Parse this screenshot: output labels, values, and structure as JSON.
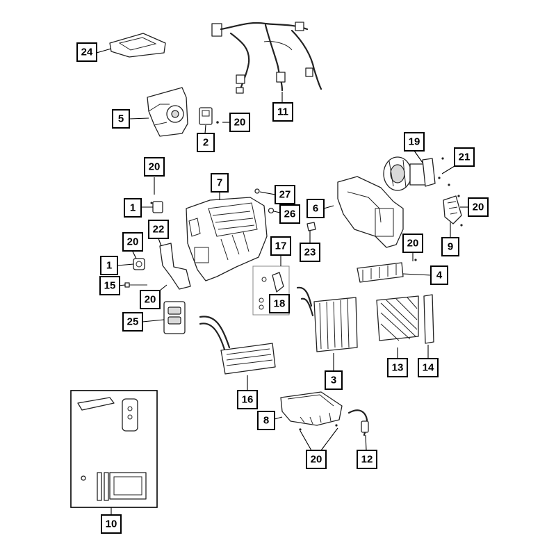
{
  "diagram": {
    "callouts": [
      {
        "id": "c24",
        "label": "24"
      },
      {
        "id": "c11",
        "label": "11"
      },
      {
        "id": "c5",
        "label": "5"
      },
      {
        "id": "c2",
        "label": "2"
      },
      {
        "id": "c20a",
        "label": "20"
      },
      {
        "id": "c19",
        "label": "19"
      },
      {
        "id": "c21",
        "label": "21"
      },
      {
        "id": "c20b",
        "label": "20"
      },
      {
        "id": "c7",
        "label": "7"
      },
      {
        "id": "c27",
        "label": "27"
      },
      {
        "id": "c26",
        "label": "26"
      },
      {
        "id": "c6",
        "label": "6"
      },
      {
        "id": "c20c",
        "label": "20"
      },
      {
        "id": "c1a",
        "label": "1"
      },
      {
        "id": "c22",
        "label": "22"
      },
      {
        "id": "c9",
        "label": "9"
      },
      {
        "id": "c20d",
        "label": "20"
      },
      {
        "id": "c17",
        "label": "17"
      },
      {
        "id": "c23",
        "label": "23"
      },
      {
        "id": "c20e",
        "label": "20"
      },
      {
        "id": "c1b",
        "label": "1"
      },
      {
        "id": "c4",
        "label": "4"
      },
      {
        "id": "c15",
        "label": "15"
      },
      {
        "id": "c18",
        "label": "18"
      },
      {
        "id": "c20f",
        "label": "20"
      },
      {
        "id": "c25",
        "label": "25"
      },
      {
        "id": "c13",
        "label": "13"
      },
      {
        "id": "c14",
        "label": "14"
      },
      {
        "id": "c3",
        "label": "3"
      },
      {
        "id": "c16",
        "label": "16"
      },
      {
        "id": "c8",
        "label": "8"
      },
      {
        "id": "c20g",
        "label": "20"
      },
      {
        "id": "c12",
        "label": "12"
      },
      {
        "id": "c10",
        "label": "10"
      }
    ]
  }
}
